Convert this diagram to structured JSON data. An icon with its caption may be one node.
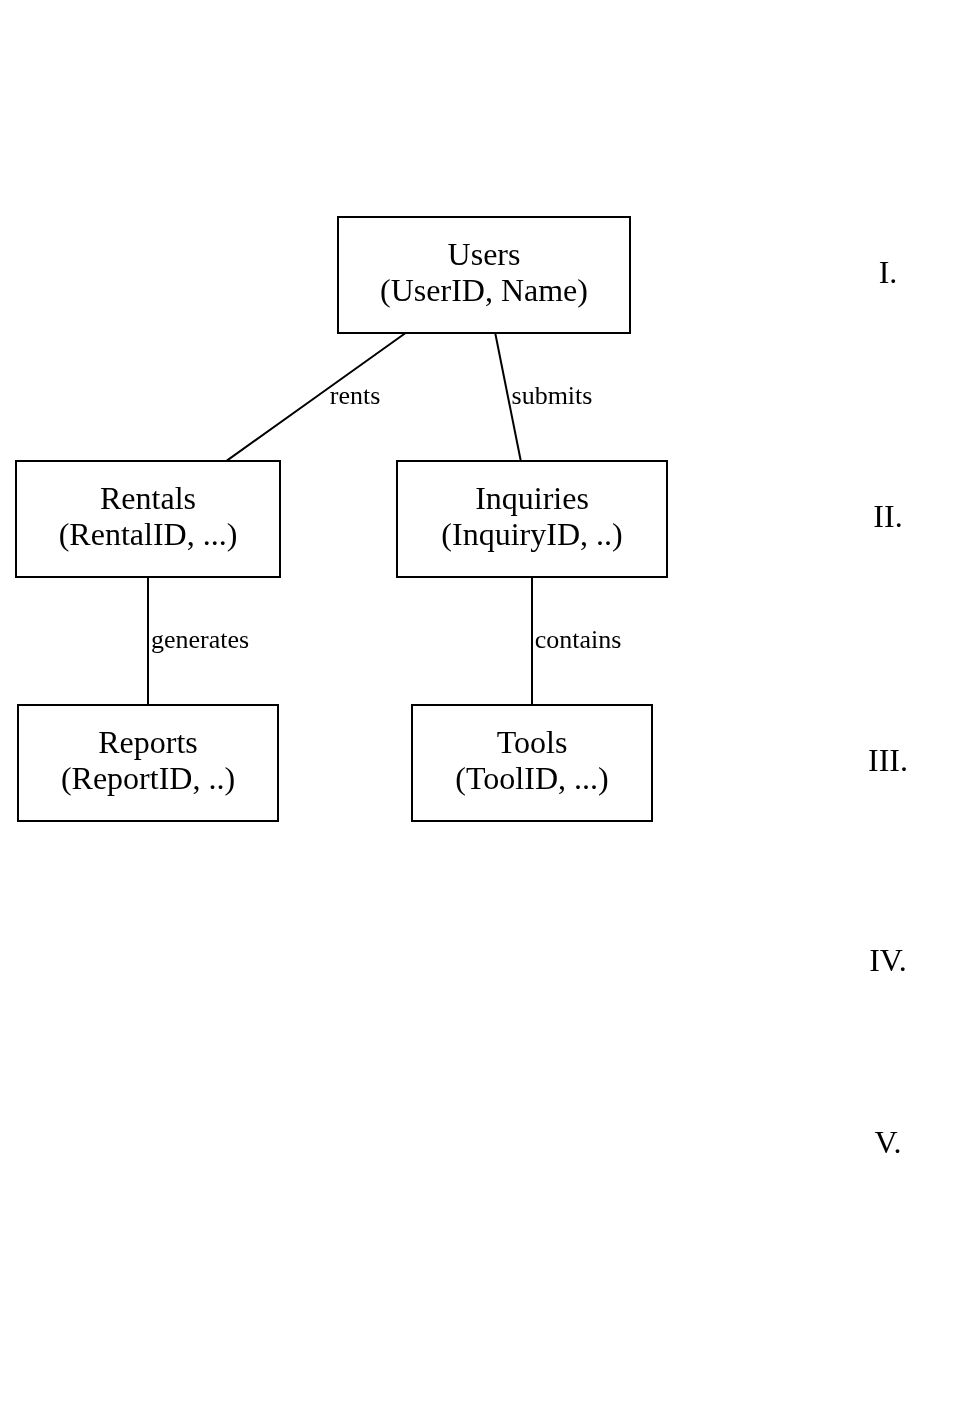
{
  "diagram": {
    "nodes": [
      {
        "text": [
          "Users",
          "(UserID, Name)"
        ]
      },
      {
        "text": [
          "Rentals",
          "(RentalID, ...)"
        ]
      },
      {
        "text": [
          "Inquiries",
          "(InquiryID, ..)"
        ]
      },
      {
        "text": [
          "Reports",
          "(ReportID, ..)"
        ]
      },
      {
        "text": [
          "Tools",
          "(ToolID, ...)"
        ]
      }
    ],
    "edges": [
      {
        "from": 0,
        "to": 1,
        "arrow": "none",
        "label": "rents"
      },
      {
        "from": 0,
        "to": 2,
        "arrow": "none",
        "label": "submits"
      },
      {
        "from": 1,
        "to": 3,
        "arrow": "none",
        "label": "generates"
      },
      {
        "from": 2,
        "to": 4,
        "arrow": "none",
        "label": "contains"
      }
    ],
    "labels": [
      "I.",
      "II.",
      "III.",
      "IV.",
      "V."
    ]
  }
}
